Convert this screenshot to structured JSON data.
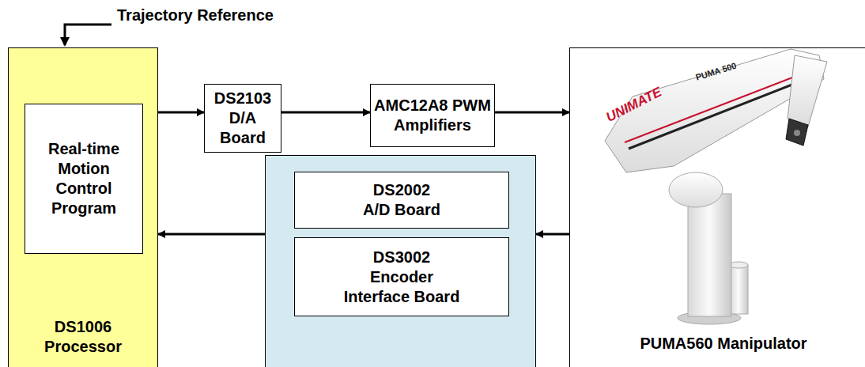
{
  "diagram": {
    "nodes": [
      {
        "text": [
          "DS1006 Processor"
        ]
      },
      {
        "text": [
          "Real-time Motion Control Program"
        ],
        "in": 0
      },
      {
        "text": [
          "DS2103 D/A Board"
        ]
      },
      {
        "text": [
          "AMC12A8 PWM Amplifiers"
        ]
      },
      {
        "text": [
          "PUMA560 Manipulator"
        ]
      },
      {
        "text": []
      },
      {
        "text": [
          "DS2002 A/D Board"
        ],
        "in": 5
      },
      {
        "text": [
          "DS3002 Encoder Interface Board"
        ],
        "in": 5
      }
    ],
    "edges": [
      {
        "from": 0,
        "to": 2,
        "arrow": "to"
      },
      {
        "from": 2,
        "to": 3,
        "arrow": "to"
      },
      {
        "from": 3,
        "to": 4,
        "arrow": "to"
      },
      {
        "from": 4,
        "to": 5,
        "arrow": "to"
      },
      {
        "from": 5,
        "to": 0,
        "arrow": "to"
      }
    ],
    "labels": [
      "Trajectory Reference",
      "UNIMATE",
      "PUMA 500"
    ]
  }
}
